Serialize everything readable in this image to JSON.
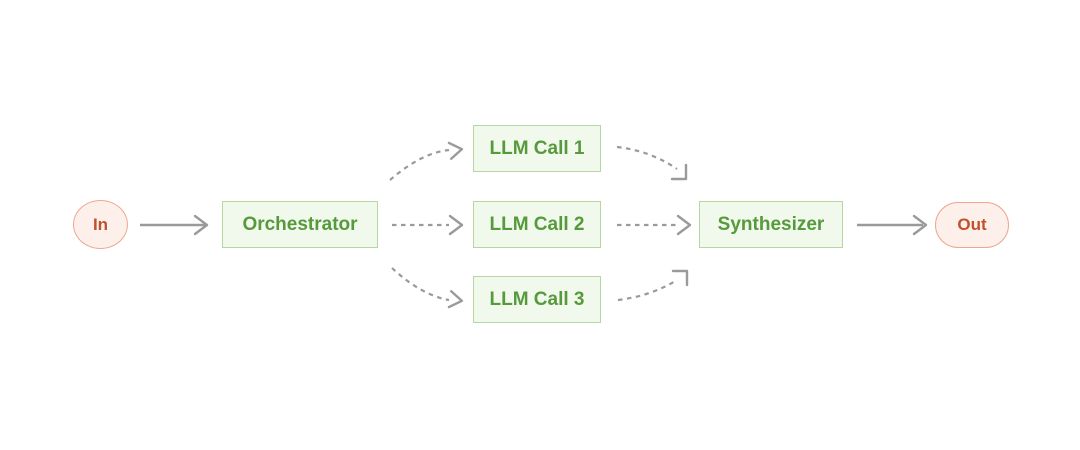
{
  "diagram": {
    "nodes": [
      {
        "id": "in",
        "label": "In",
        "type": "terminal"
      },
      {
        "id": "orchestrator",
        "label": "Orchestrator",
        "type": "process"
      },
      {
        "id": "llm-call-1",
        "label": "LLM Call 1",
        "type": "process"
      },
      {
        "id": "llm-call-2",
        "label": "LLM Call 2",
        "type": "process"
      },
      {
        "id": "llm-call-3",
        "label": "LLM Call 3",
        "type": "process"
      },
      {
        "id": "synthesizer",
        "label": "Synthesizer",
        "type": "process"
      },
      {
        "id": "out",
        "label": "Out",
        "type": "terminal"
      }
    ],
    "edges": [
      {
        "from": "in",
        "to": "orchestrator",
        "style": "solid"
      },
      {
        "from": "orchestrator",
        "to": "llm-call-1",
        "style": "dashed"
      },
      {
        "from": "orchestrator",
        "to": "llm-call-2",
        "style": "dashed"
      },
      {
        "from": "orchestrator",
        "to": "llm-call-3",
        "style": "dashed"
      },
      {
        "from": "llm-call-1",
        "to": "synthesizer",
        "style": "dashed"
      },
      {
        "from": "llm-call-2",
        "to": "synthesizer",
        "style": "dashed"
      },
      {
        "from": "llm-call-3",
        "to": "synthesizer",
        "style": "dashed"
      },
      {
        "from": "synthesizer",
        "to": "out",
        "style": "solid"
      }
    ],
    "colors": {
      "process_fill": "#f1f8ec",
      "process_border": "#b7d7a2",
      "process_text": "#579a3d",
      "terminal_fill": "#fdf0ea",
      "terminal_border": "#eca88f",
      "terminal_text": "#c1502d",
      "arrow": "#9a9a9a"
    }
  }
}
